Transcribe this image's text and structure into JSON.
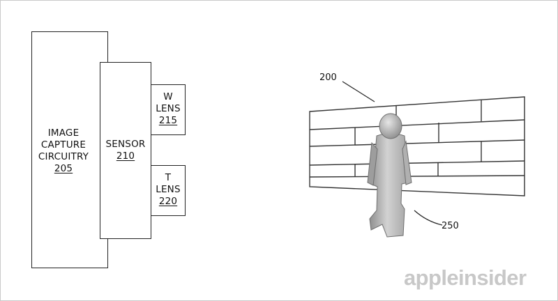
{
  "blocks": {
    "image_capture": {
      "line1": "IMAGE",
      "line2": "CAPTURE",
      "line3": "CIRCUITRY",
      "ref": "205"
    },
    "sensor": {
      "line1": "SENSOR",
      "ref": "210"
    },
    "w_lens": {
      "line1": "W",
      "line2": "LENS",
      "ref": "215"
    },
    "t_lens": {
      "line1": "T",
      "line2": "LENS",
      "ref": "220"
    }
  },
  "scene": {
    "wall_ref": "200",
    "person_ref": "250"
  },
  "watermark": "appleinsider"
}
